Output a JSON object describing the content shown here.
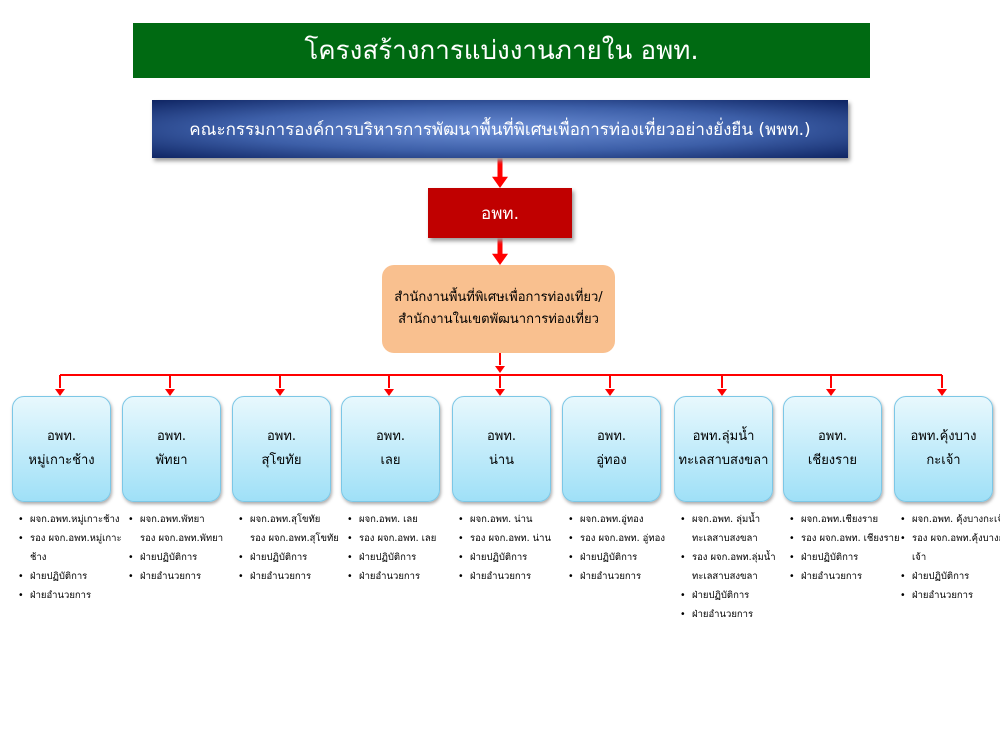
{
  "title": "โครงสร้างการแบ่งงานภายใน อพท.",
  "board": "คณะกรรมการองค์การบริหารการพัฒนาพื้นที่พิเศษเพื่อการท่องเที่ยวอย่างยั่งยืน (พพท.)",
  "dasta": "อพท.",
  "office": "สำนักงานพื้นที่พิเศษเพื่อการท่องเที่ยว/สำนักงานในเขตพัฒนาการท่องเที่ยว",
  "colors": {
    "title": "#006a12",
    "board": "#3d5fa8",
    "dasta": "#c00000",
    "office": "#f9c08f",
    "branch": "#9fe0f7",
    "arrow": "#ff0000"
  },
  "branches": [
    {
      "line1": "อพท.",
      "line2": "หมู่เกาะช้าง",
      "items": [
        {
          "t": "ผจก.อพท.หมู่เกาะช้าง",
          "b": true
        },
        {
          "t": "รอง ผจก.อพท.หมู่เกาะช้าง",
          "b": true
        },
        {
          "t": "ฝ่ายปฏิบัติการ",
          "b": true
        },
        {
          "t": "ฝ่ายอำนวยการ",
          "b": true
        }
      ]
    },
    {
      "line1": "อพท.",
      "line2": "พัทยา",
      "items": [
        {
          "t": "ผจก.อพท.พัทยา",
          "b": true
        },
        {
          "t": "รอง ผจก.อพท.พัทยา",
          "b": false
        },
        {
          "t": "ฝ่ายปฏิบัติการ",
          "b": true
        },
        {
          "t": "ฝ่ายอำนวยการ",
          "b": true
        }
      ]
    },
    {
      "line1": "อพท.",
      "line2": "สุโขทัย",
      "items": [
        {
          "t": "ผจก.อพท.สุโขทัย",
          "b": true
        },
        {
          "t": "รอง ผจก.อพท.สุโขทัย",
          "b": false
        },
        {
          "t": "ฝ่ายปฏิบัติการ",
          "b": true
        },
        {
          "t": "ฝ่ายอำนวยการ",
          "b": true
        }
      ]
    },
    {
      "line1": "อพท.",
      "line2": "เลย",
      "items": [
        {
          "t": "ผจก.อพท. เลย",
          "b": true
        },
        {
          "t": "รอง ผจก.อพท. เลย",
          "b": true
        },
        {
          "t": "ฝ่ายปฏิบัติการ",
          "b": true
        },
        {
          "t": "ฝ่ายอำนวยการ",
          "b": true
        }
      ]
    },
    {
      "line1": "อพท.",
      "line2": "น่าน",
      "items": [
        {
          "t": "ผจก.อพท. น่าน",
          "b": true
        },
        {
          "t": "รอง ผจก.อพท. น่าน",
          "b": true
        },
        {
          "t": "ฝ่ายปฏิบัติการ",
          "b": true
        },
        {
          "t": "ฝ่ายอำนวยการ",
          "b": true
        }
      ]
    },
    {
      "line1": "อพท.",
      "line2": "อู่ทอง",
      "items": [
        {
          "t": "ผจก.อพท.อู่ทอง",
          "b": true
        },
        {
          "t": "รอง ผจก.อพท. อู่ทอง",
          "b": true
        },
        {
          "t": "ฝ่ายปฏิบัติการ",
          "b": true
        },
        {
          "t": "ฝ่ายอำนวยการ",
          "b": true
        }
      ]
    },
    {
      "line1": "อพท.ลุ่มน้ำ",
      "line2": "ทะเลสาบสงขลา",
      "items": [
        {
          "t": "ผจก.อพท. ลุ่มน้ำทะเลสาบสงขลา",
          "b": true
        },
        {
          "t": "รอง ผจก.อพท.ลุ่มน้ำทะเลสาบสงขลา",
          "b": true
        },
        {
          "t": "ฝ่ายปฏิบัติการ",
          "b": true
        },
        {
          "t": "ฝ่ายอำนวยการ",
          "b": true
        }
      ]
    },
    {
      "line1": "อพท.",
      "line2": "เชียงราย",
      "items": [
        {
          "t": "ผจก.อพท.เชียงราย",
          "b": true
        },
        {
          "t": "รอง ผจก.อพท. เชียงราย",
          "b": true
        },
        {
          "t": "ฝ่ายปฏิบัติการ",
          "b": true
        },
        {
          "t": "ฝ่ายอำนวยการ",
          "b": true
        }
      ]
    },
    {
      "line1": "อพท.คุ้งบาง",
      "line2": "กะเจ้า",
      "items": [
        {
          "t": "ผจก.อพท. คุ้งบางกะเจ้า",
          "b": true
        },
        {
          "t": "รอง ผจก.อพท.คุ้งบางกะเจ้า",
          "b": true
        },
        {
          "t": "ฝ่ายปฏิบัติการ",
          "b": true
        },
        {
          "t": "ฝ่ายอำนวยการ",
          "b": true
        }
      ]
    }
  ]
}
